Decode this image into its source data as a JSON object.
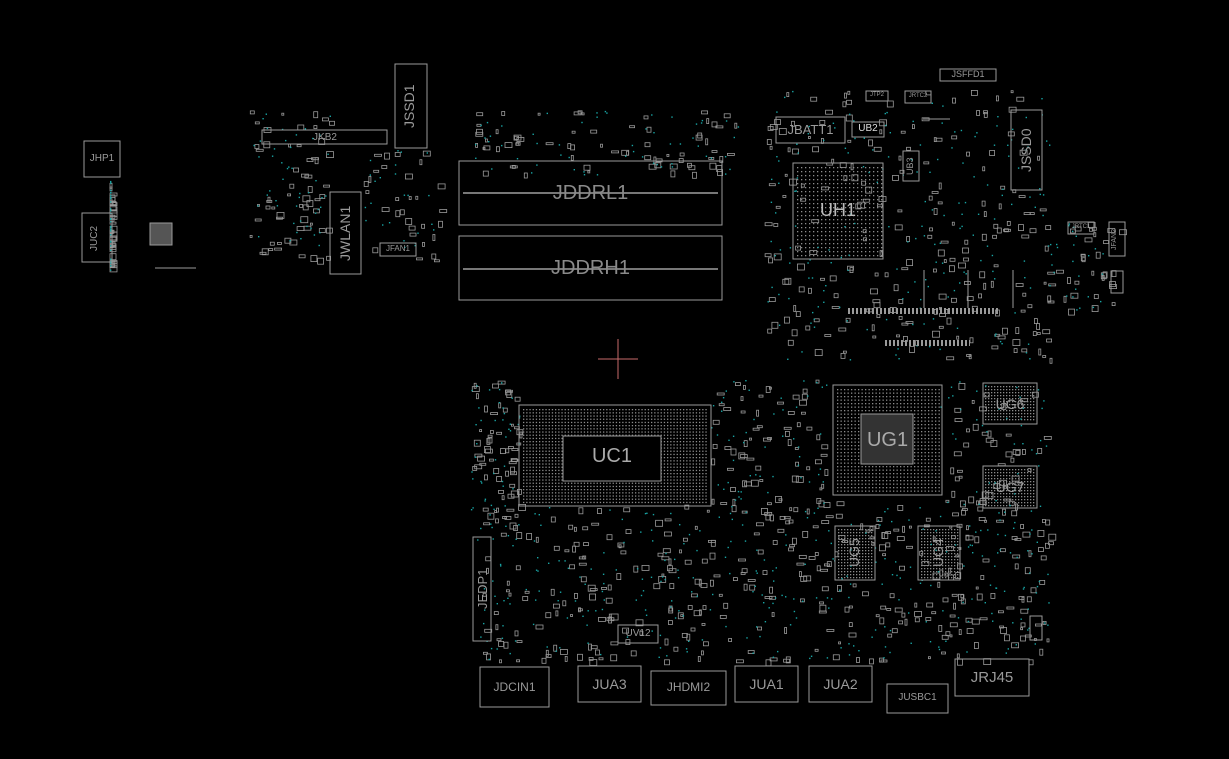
{
  "view": {
    "background_color": "#000000",
    "outline_color": "#9a9a9a",
    "pin_color": "#18a4a4",
    "cursor_color": "#c76a6a"
  },
  "components": {
    "jhp1": "JHP1",
    "juc2": "JUC2",
    "jkb2": "JKB2",
    "jssd1": "JSSD1",
    "jwlan1": "JWLAN1",
    "jfan1": "JFAN1",
    "jddrl1": "JDDRL1",
    "jddrh1": "JDDRH1",
    "jbatt1": "JBATT1",
    "ub2": "UB2",
    "uh1": "UH1",
    "ub3": "UB3",
    "jsffd1": "JSFFD1",
    "jtp2": "JTP2",
    "jrtc2": "JRTC2",
    "jssd0": "JSSD0",
    "jrtc1": "JRTC1",
    "jfan2": "JFAN2",
    "ug6": "UG6",
    "ug1": "UG1",
    "ug7": "UG7",
    "ug5": "UG5",
    "ug4": "UG4",
    "uc1": "UC1",
    "jedp1": "JEDP1",
    "uv12": "UV12",
    "jdcin1": "JDCIN1",
    "jua3": "JUA3",
    "jhdmi2": "JHDMI2",
    "jua1": "JUA1",
    "jua2": "JUA2",
    "jusbc1": "JUSBC1",
    "jrj45": "JRJ45"
  }
}
